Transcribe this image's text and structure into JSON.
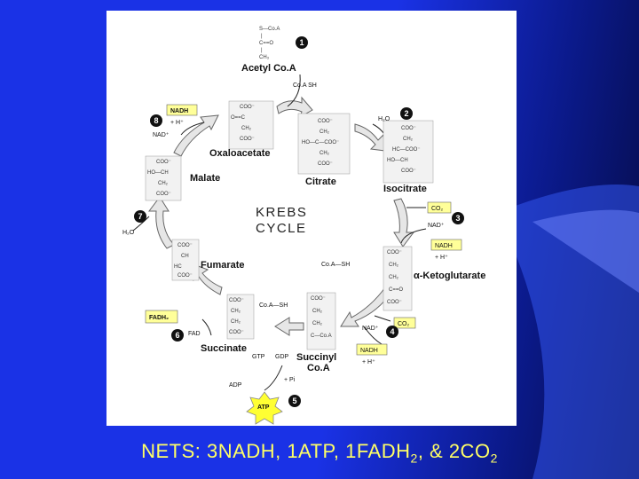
{
  "colors": {
    "background": "#1a32e6",
    "caption": "#ffff66",
    "highlight": "#ffff99",
    "box": "#f2f2f2"
  },
  "cycle_title": [
    "KREBS",
    "CYCLE"
  ],
  "steps": [
    "1",
    "2",
    "3",
    "4",
    "5",
    "6",
    "7",
    "8"
  ],
  "metabolites": {
    "acetyl_coa": "Acetyl Co.A",
    "oxaloacetate": "Oxaloacetate",
    "citrate": "Citrate",
    "isocitrate": "Isocitrate",
    "ketoglutarate": "α-Ketoglutarate",
    "succinyl_coa": [
      "Succinyl",
      "Co.A"
    ],
    "succinate": "Succinate",
    "fumarate": "Fumarate",
    "malate": "Malate"
  },
  "cofactors": {
    "coa_sh_1": "Co.A SH",
    "h2o_1": "H₂O",
    "co2_1": "CO₂",
    "nad_1": "NAD⁺",
    "nadh_1": "NADH",
    "hplus_1": "+ H⁺",
    "coa_sh_2": "Co.A—SH",
    "nad_2": "NAD⁺",
    "co2_2": "CO₂",
    "nadh_2": "NADH",
    "hplus_2": "+ H⁺",
    "coa_sh_3": "Co.A—SH",
    "gtp": "GTP",
    "gdp": "GDP",
    "pi": "+ Pi",
    "adp": "ADP",
    "atp": "ATP",
    "fadh2": "FADH₂",
    "fad": "FAD",
    "h2o_2": "H₂O",
    "nadh_3": "NADH",
    "hplus_3": "+ H⁺",
    "nad_3": "NAD⁺"
  },
  "caption": {
    "prefix": "NETS: 3NADH, 1ATP, 1FADH",
    "sub1": "2",
    "middle": ", & 2CO",
    "sub2": "2"
  }
}
